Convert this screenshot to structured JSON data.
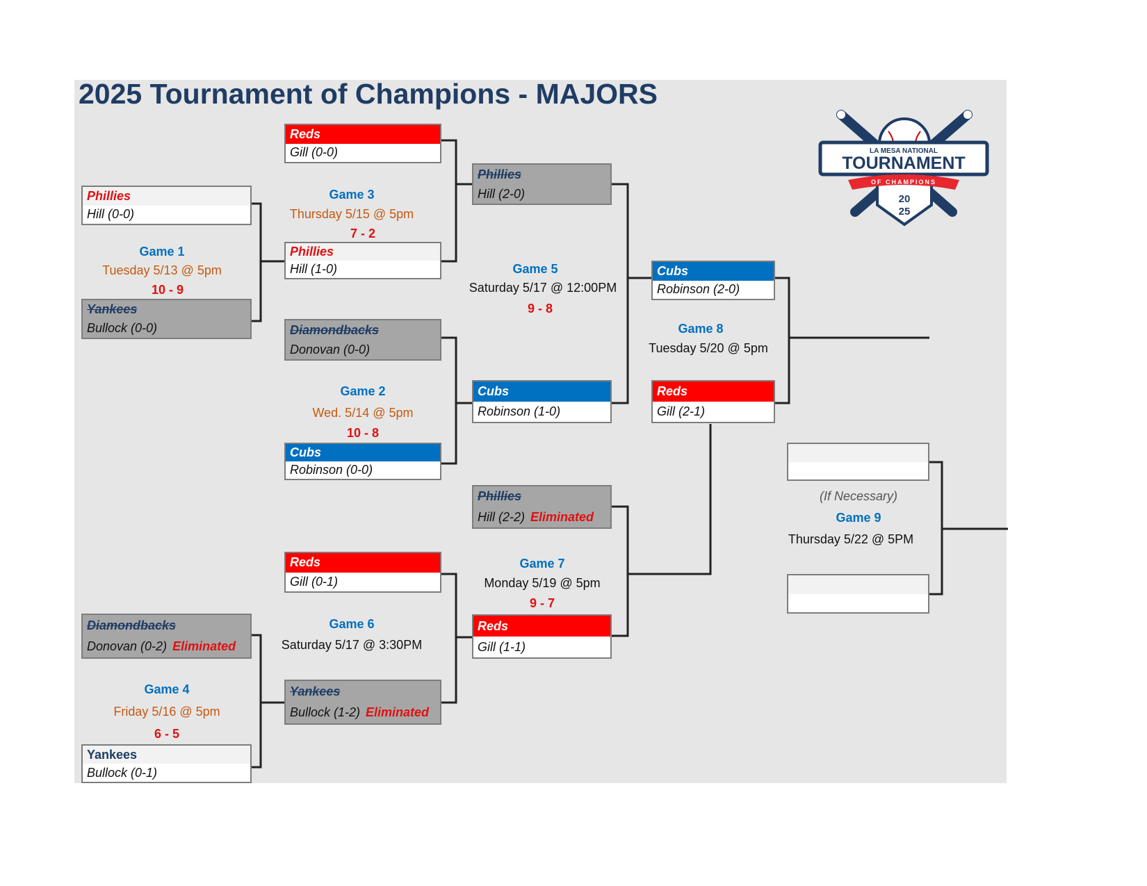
{
  "title": "2025 Tournament of Champions - MAJORS",
  "logo": {
    "line1": "LA MESA NATIONAL",
    "line2": "TOURNAMENT",
    "line3": "OF CHAMPIONS",
    "year_top": "20",
    "year_bottom": "25"
  },
  "eliminated_label": "Eliminated",
  "boxes": {
    "g1_top": {
      "team": "Phillies",
      "pitcher": "Hill (0-0)"
    },
    "g1_bot": {
      "team": "Yankees",
      "pitcher": "Bullock (0-0)"
    },
    "g3_top": {
      "team": "Reds",
      "pitcher": "Gill (0-0)"
    },
    "g3_bot": {
      "team": "Phillies",
      "pitcher": "Hill (1-0)"
    },
    "g2_top": {
      "team": "Diamondbacks",
      "pitcher": "Donovan (0-0)"
    },
    "g2_bot": {
      "team": "Cubs",
      "pitcher": "Robinson (0-0)"
    },
    "g5_top": {
      "team": "Phillies",
      "pitcher": "Hill (2-0)"
    },
    "g5_bot": {
      "team": "Cubs",
      "pitcher": "Robinson (1-0)"
    },
    "g8_top": {
      "team": "Cubs",
      "pitcher": "Robinson (2-0)"
    },
    "g8_bot": {
      "team": "Reds",
      "pitcher": "Gill (2-1)"
    },
    "g7_top": {
      "team": "Phillies",
      "pitcher": "Hill (2-2)"
    },
    "g7_bot": {
      "team": "Reds",
      "pitcher": "Gill (1-1)"
    },
    "g6_top": {
      "team": "Reds",
      "pitcher": "Gill (0-1)"
    },
    "g6_bot": {
      "team": "Yankees",
      "pitcher": "Bullock (1-2)"
    },
    "g4_top": {
      "team": "Diamondbacks",
      "pitcher": "Donovan (0-2)"
    },
    "g4_bot": {
      "team": "Yankees",
      "pitcher": "Bullock (0-1)"
    },
    "g9_top": {
      "team": "",
      "pitcher": ""
    },
    "g9_bot": {
      "team": "",
      "pitcher": ""
    }
  },
  "games": {
    "g1": {
      "name": "Game 1",
      "date": "Tuesday 5/13 @ 5pm",
      "score": "10 - 9"
    },
    "g2": {
      "name": "Game 2",
      "date": "Wed. 5/14 @ 5pm",
      "score": "10 - 8"
    },
    "g3": {
      "name": "Game 3",
      "date": "Thursday 5/15 @ 5pm",
      "score": "7 - 2"
    },
    "g4": {
      "name": "Game 4",
      "date": "Friday 5/16 @ 5pm",
      "score": "6 - 5"
    },
    "g5": {
      "name": "Game 5",
      "date": "Saturday 5/17 @ 12:00PM",
      "score": "9 - 8"
    },
    "g6": {
      "name": "Game 6",
      "date": "Saturday 5/17 @ 3:30PM"
    },
    "g7": {
      "name": "Game 7",
      "date": "Monday 5/19 @ 5pm",
      "score": "9 - 7"
    },
    "g8": {
      "name": "Game 8",
      "date": "Tuesday 5/20 @ 5pm"
    },
    "g9": {
      "note": "(If Necessary)",
      "name": "Game 9",
      "date": "Thursday 5/22 @ 5PM"
    }
  }
}
